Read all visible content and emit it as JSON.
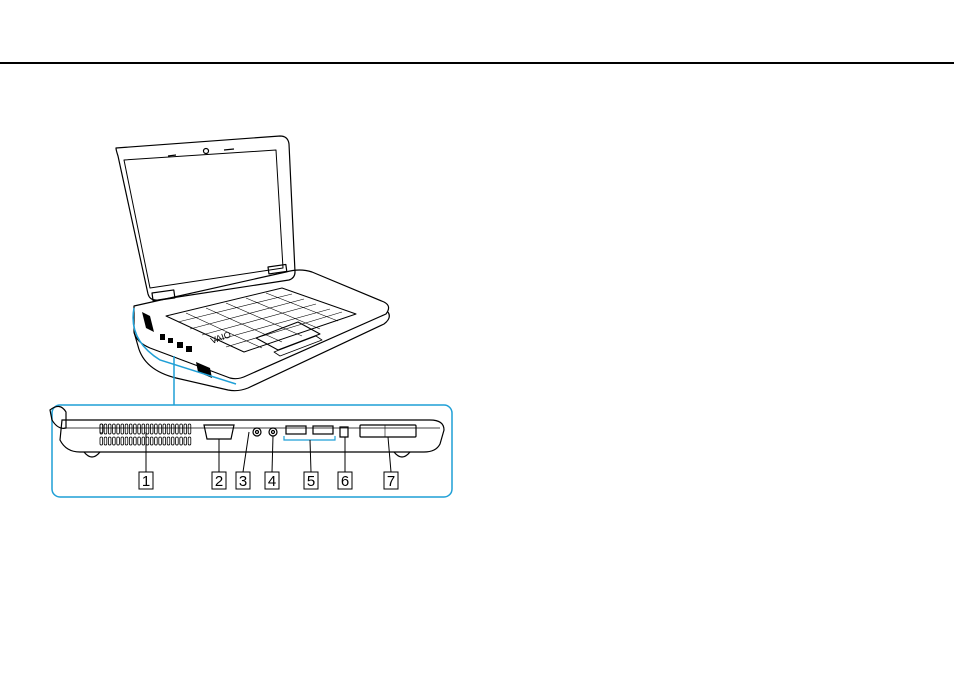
{
  "figure": {
    "callouts": [
      {
        "num": "1",
        "part": "air-vent"
      },
      {
        "num": "2",
        "part": "monitor-port"
      },
      {
        "num": "3",
        "part": "microphone-jack"
      },
      {
        "num": "4",
        "part": "headphones-jack"
      },
      {
        "num": "5",
        "part": "usb-ports"
      },
      {
        "num": "6",
        "part": "i-link-port"
      },
      {
        "num": "7",
        "part": "expresscard-slot"
      }
    ],
    "logo_text": "VAIO"
  },
  "colors": {
    "outline": "#000000",
    "callout_frame": "#1f9fd6",
    "background": "#ffffff"
  }
}
